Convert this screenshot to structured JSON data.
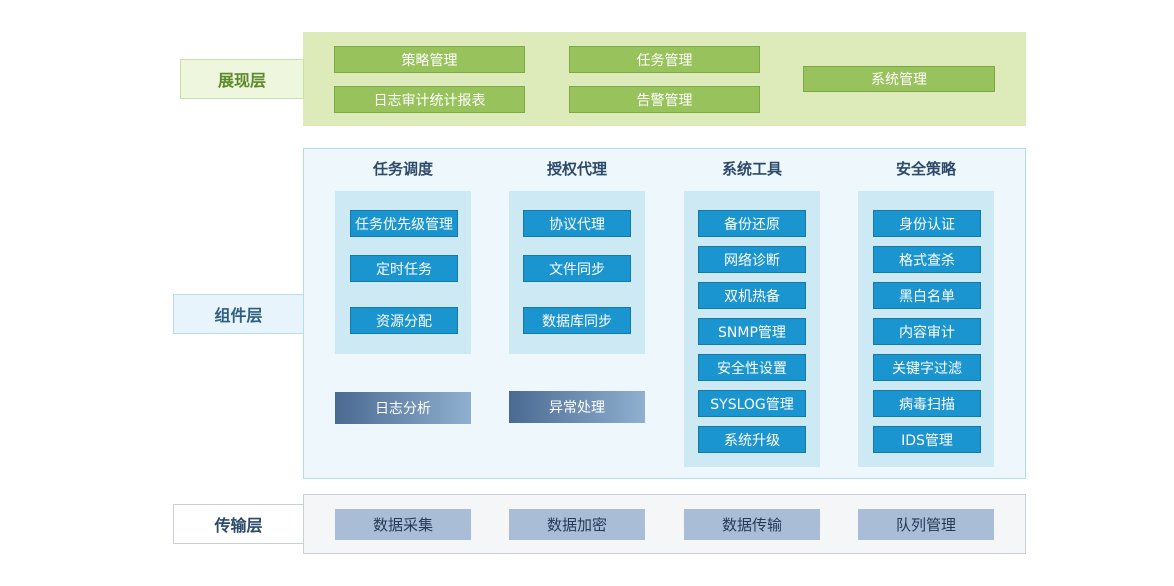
{
  "layers": {
    "presentation": {
      "label": "展现层"
    },
    "component": {
      "label": "组件层"
    },
    "transport": {
      "label": "传输层"
    }
  },
  "presentation": {
    "items": [
      "策略管理",
      "任务管理",
      "系统管理",
      "日志审计统计报表",
      "告警管理"
    ]
  },
  "component": {
    "columns": [
      {
        "title": "任务调度",
        "items": [
          "任务优先级管理",
          "定时任务",
          "资源分配"
        ],
        "extra": "日志分析"
      },
      {
        "title": "授权代理",
        "items": [
          "协议代理",
          "文件同步",
          "数据库同步"
        ],
        "extra": "异常处理"
      },
      {
        "title": "系统工具",
        "items": [
          "备份还原",
          "网络诊断",
          "双机热备",
          "SNMP管理",
          "安全性设置",
          "SYSLOG管理",
          "系统升级"
        ]
      },
      {
        "title": "安全策略",
        "items": [
          "身份认证",
          "格式查杀",
          "黑白名单",
          "内容审计",
          "关键字过滤",
          "病毒扫描",
          "IDS管理"
        ]
      }
    ]
  },
  "transport": {
    "items": [
      "数据采集",
      "数据加密",
      "数据传输",
      "队列管理"
    ]
  },
  "colors": {
    "presentation_bg": "#dcebb9",
    "presentation_button": "#98c35c",
    "component_bg": "#eef8fc",
    "component_button": "#1b95cf",
    "transport_button": "#a9bdd7"
  }
}
